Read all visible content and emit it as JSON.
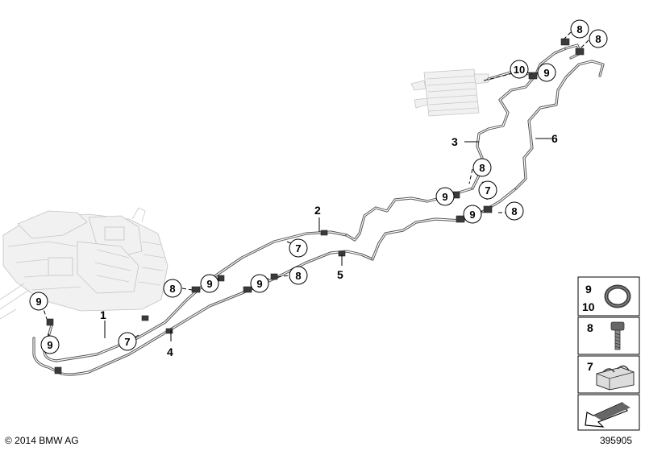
{
  "copyright": "© 2014 BMW AG",
  "diagram_number": "395905",
  "part_labels": [
    "1",
    "2",
    "3",
    "4",
    "5",
    "6"
  ],
  "circled_labels": [
    "7",
    "7",
    "7",
    "8",
    "8",
    "8",
    "8",
    "8",
    "8",
    "9",
    "9",
    "9",
    "9",
    "9",
    "9",
    "9",
    "10"
  ],
  "legend": {
    "row1": [
      "9",
      "10"
    ],
    "row2": [
      "8"
    ],
    "row3": [
      "7"
    ]
  }
}
